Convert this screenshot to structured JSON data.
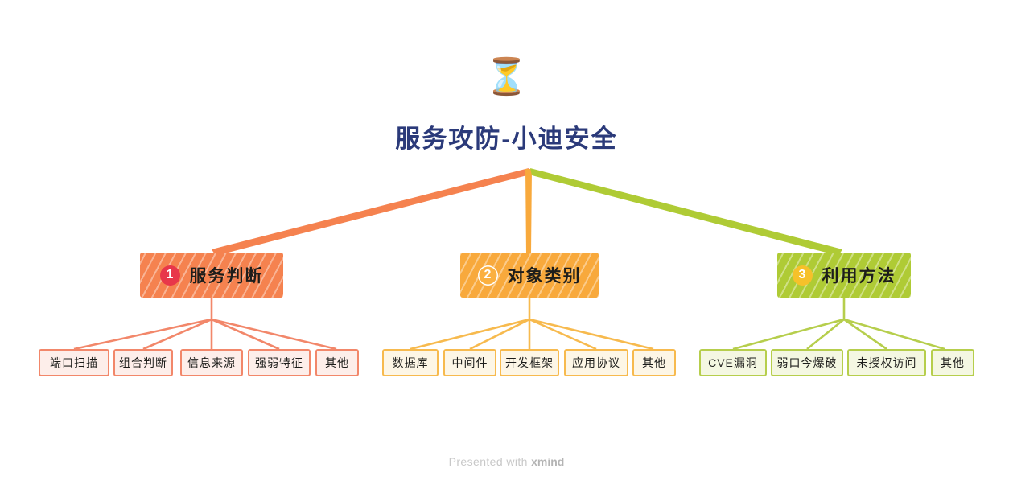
{
  "root": {
    "icon": "hourglass-icon",
    "icon_glyph": "⏳",
    "title": "服务攻防-小迪安全",
    "title_color": "#2b3a7a"
  },
  "footer": {
    "prefix": "Presented with ",
    "brand": "xmind"
  },
  "branches": [
    {
      "number": "①",
      "badge_text": "1",
      "label": "服务判断",
      "color": "#f5824f",
      "badge_color": "#e8374a",
      "leaf_fill": "#fdeeea",
      "leaf_border": "#f2876a",
      "leaves": [
        "端口扫描",
        "组合判断",
        "信息来源",
        "强弱特征",
        "其他"
      ]
    },
    {
      "number": "②",
      "badge_text": "2",
      "label": "对象类别",
      "color": "#f8a93c",
      "badge_color": "#fbb040",
      "leaf_fill": "#fdf6e6",
      "leaf_border": "#f7ba4e",
      "leaves": [
        "数据库",
        "中间件",
        "开发框架",
        "应用协议",
        "其他"
      ]
    },
    {
      "number": "③",
      "badge_text": "3",
      "label": "利用方法",
      "color": "#afcb35",
      "badge_color": "#f6c12a",
      "leaf_fill": "#f4f7e2",
      "leaf_border": "#b6ce4c",
      "leaves": [
        "CVE漏洞",
        "弱口今爆破",
        "未授权访问",
        "其他"
      ]
    }
  ]
}
